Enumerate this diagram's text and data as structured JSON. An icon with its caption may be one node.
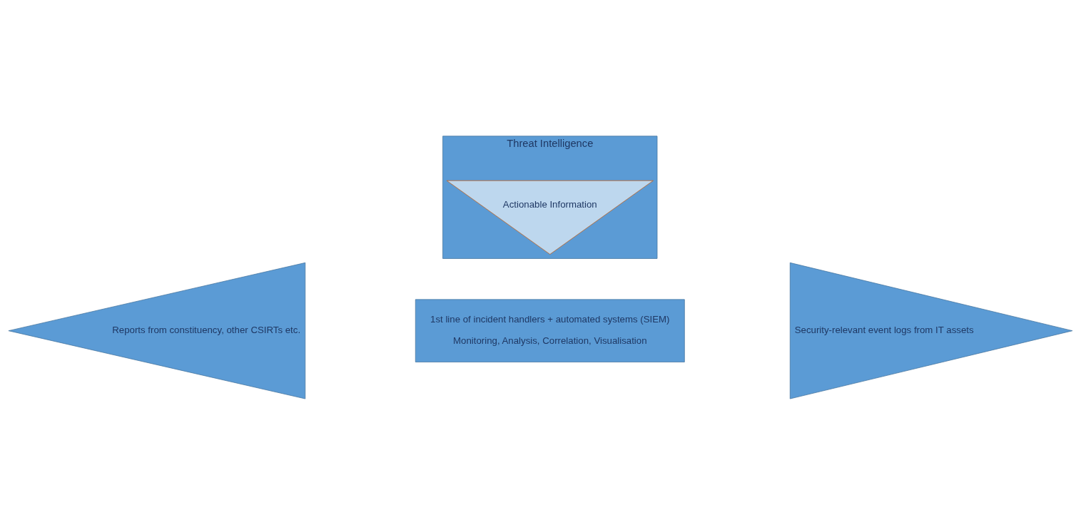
{
  "diagram": {
    "nodes": [
      {
        "text": [
          "Threat Intelligence"
        ]
      },
      {
        "text": [
          "Actionable Information"
        ],
        "in": 0
      },
      {
        "text": [
          "Reports from constituency, other CSIRTs etc."
        ]
      },
      {
        "text": [
          "1st line of incident handlers + automated systems (SIEM)",
          "Monitoring, Analysis, Correlation, Visualisation"
        ]
      },
      {
        "text": [
          "Security-relevant event logs from IT assets"
        ]
      }
    ]
  }
}
